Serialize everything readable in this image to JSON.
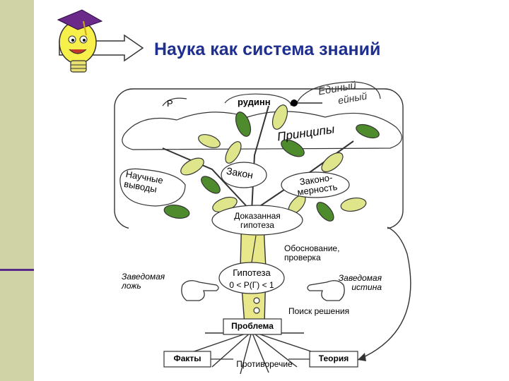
{
  "slide": {
    "title": "Наука как система знаний"
  },
  "diagram": {
    "edin_word": "Единый",
    "edin_cut": "ейный",
    "cut_left": "Р",
    "cut_center": "рудинн",
    "principles": "Принципы",
    "law": "Закон",
    "scientific_conclusions": "Научные выводы",
    "regularity": "Законо-мерность",
    "proven_hypothesis": "Доказанная гипотеза",
    "justification": "Обоснование, проверка",
    "knowingly_false": "Заведомая ложь",
    "hypothesis": "Гипотеза",
    "probability": "0 < P(Г) < 1",
    "knowingly_true": "Заведомая истина",
    "solution_search": "Поиск решения",
    "problem": "Проблема",
    "facts": "Факты",
    "contradiction": "Противоречие",
    "theory": "Теория"
  },
  "colors": {
    "title": "#1f2f8f",
    "sidebar": "#cfd3a6",
    "sidebar_line": "#5a2a8a",
    "leaf_fill": "#dfe58a",
    "leaf_dark": "#4d8b2c",
    "trunk": "#e8e88a"
  },
  "icons": [
    "lightbulb-mascot-icon",
    "arrow-right-icon",
    "pointing-hand-icon"
  ]
}
